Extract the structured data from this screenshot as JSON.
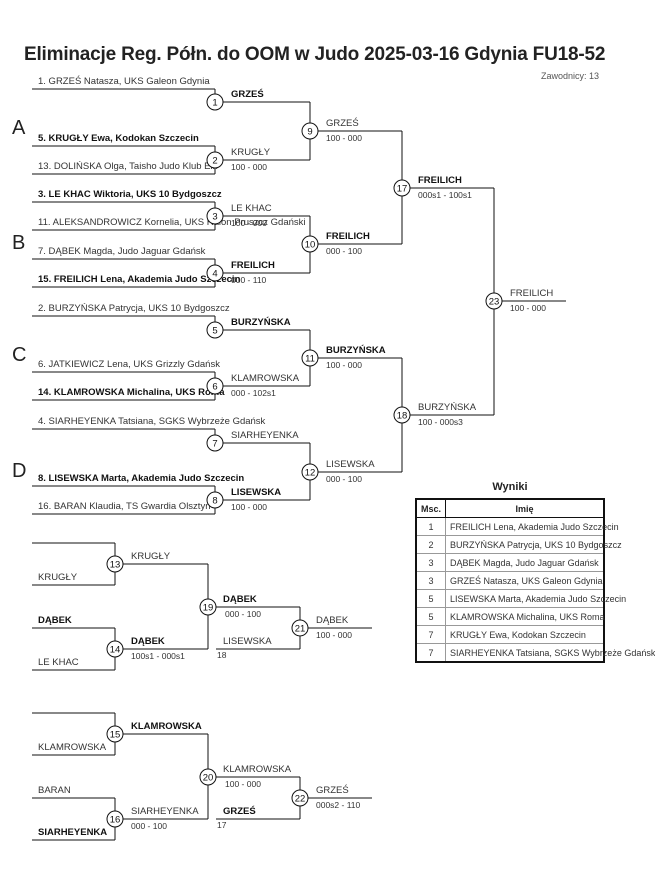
{
  "header": {
    "title": "Eliminacje Reg. Półn. do OOM w Judo  2025-03-16  Gdynia   FU18-52",
    "participants": "Zawodnicy: 13"
  },
  "pools": [
    "A",
    "B",
    "C",
    "D"
  ],
  "entrants": [
    {
      "text": "1. GRZEŚ Natasza, UKS Galeon Gdynia",
      "bold": false
    },
    {
      "text": "5. KRUGŁY Ewa, Kodokan Szczecin",
      "bold": true
    },
    {
      "text": "13. DOLIŃSKA Olga, Taisho Judo Klub Ełk",
      "bold": false
    },
    {
      "text": "3. LE KHAC Wiktoria, UKS 10 Bydgoszcz",
      "bold": true
    },
    {
      "text": "11. ALEKSANDROWICZ Kornelia, UKS Raion Pruszcz Gdański",
      "bold": false
    },
    {
      "text": "7. DĄBEK Magda, Judo Jaguar Gdańsk",
      "bold": false
    },
    {
      "text": "15. FREILICH Lena, Akademia Judo Szczecin",
      "bold": true
    },
    {
      "text": "2. BURZYŃSKA Patrycja, UKS 10 Bydgoszcz",
      "bold": false
    },
    {
      "text": "6. JATKIEWICZ Lena, UKS Grizzly Gdańsk",
      "bold": false
    },
    {
      "text": "14. KLAMROWSKA Michalina, UKS Roma",
      "bold": true
    },
    {
      "text": "4. SIARHEYENKA Tatsiana, SGKS Wybrzeże Gdańsk",
      "bold": false
    },
    {
      "text": "8. LISEWSKA Marta, Akademia Judo Szczecin",
      "bold": true
    },
    {
      "text": "16. BARAN Klaudia, TS Gwardia Olsztyn",
      "bold": false
    }
  ],
  "matches": [
    {
      "num": "1",
      "winner": "GRZEŚ",
      "score": "",
      "bold": true
    },
    {
      "num": "2",
      "winner": "KRUGŁY",
      "score": "100 - 000",
      "bold": false
    },
    {
      "num": "3",
      "winner": "LE KHAC",
      "score": "100 - 000",
      "bold": false
    },
    {
      "num": "4",
      "winner": "FREILICH",
      "score": "000 - 110",
      "bold": true
    },
    {
      "num": "5",
      "winner": "BURZYŃSKA",
      "score": "",
      "bold": true
    },
    {
      "num": "6",
      "winner": "KLAMROWSKA",
      "score": "000 - 102s1",
      "bold": false
    },
    {
      "num": "7",
      "winner": "SIARHEYENKA",
      "score": "",
      "bold": false
    },
    {
      "num": "8",
      "winner": "LISEWSKA",
      "score": "100 - 000",
      "bold": true
    },
    {
      "num": "9",
      "winner": "GRZEŚ",
      "score": "100 - 000",
      "bold": false
    },
    {
      "num": "10",
      "winner": "FREILICH",
      "score": "000 - 100",
      "bold": true
    },
    {
      "num": "11",
      "winner": "BURZYŃSKA",
      "score": "100 - 000",
      "bold": true
    },
    {
      "num": "12",
      "winner": "LISEWSKA",
      "score": "000 - 100",
      "bold": false
    },
    {
      "num": "17",
      "winner": "FREILICH",
      "score": "000s1 - 100s1",
      "bold": true
    },
    {
      "num": "18",
      "winner": "BURZYŃSKA",
      "score": "100 - 000s3",
      "bold": false
    },
    {
      "num": "23",
      "winner": "FREILICH",
      "score": "100 - 000",
      "bold": false
    }
  ],
  "repechage": [
    {
      "entrants": [
        "",
        "KRUGŁY",
        "DĄBEK",
        "LE KHAC"
      ],
      "entrants_bold": [
        false,
        false,
        true,
        false
      ],
      "m1": {
        "num": "13",
        "winner": "KRUGŁY",
        "score": "",
        "bold": false
      },
      "m2": {
        "num": "14",
        "winner": "DĄBEK",
        "score": "100s1 - 000s1",
        "bold": true
      },
      "m3": {
        "num": "19",
        "winner": "DĄBEK",
        "score": "000 - 100",
        "bold": true
      },
      "loser": "LISEWSKA",
      "loser_num": "18",
      "m4": {
        "num": "21",
        "winner": "DĄBEK",
        "score": "100 - 000",
        "bold": false
      }
    },
    {
      "entrants": [
        "",
        "KLAMROWSKA",
        "BARAN",
        "SIARHEYENKA"
      ],
      "entrants_bold": [
        false,
        false,
        false,
        true
      ],
      "m1": {
        "num": "15",
        "winner": "KLAMROWSKA",
        "score": "",
        "bold": true
      },
      "m2": {
        "num": "16",
        "winner": "SIARHEYENKA",
        "score": "000 - 100",
        "bold": false
      },
      "m3": {
        "num": "20",
        "winner": "KLAMROWSKA",
        "score": "100 - 000",
        "bold": false
      },
      "loser": "GRZEŚ",
      "loser_num": "17",
      "m4": {
        "num": "22",
        "winner": "GRZEŚ",
        "score": "000s2 - 110",
        "bold": false
      }
    }
  ],
  "results": {
    "title": "Wyniki",
    "col_place": "Msc.",
    "col_name": "Imię",
    "rows": [
      {
        "place": "1",
        "name": "FREILICH Lena, Akademia Judo Szczecin"
      },
      {
        "place": "2",
        "name": "BURZYŃSKA Patrycja, UKS 10 Bydgoszcz"
      },
      {
        "place": "3",
        "name": "DĄBEK Magda, Judo Jaguar Gdańsk"
      },
      {
        "place": "3",
        "name": "GRZEŚ Natasza, UKS Galeon Gdynia"
      },
      {
        "place": "5",
        "name": "LISEWSKA Marta, Akademia Judo Szczecin"
      },
      {
        "place": "5",
        "name": "KLAMROWSKA Michalina, UKS Roma"
      },
      {
        "place": "7",
        "name": "KRUGŁY Ewa, Kodokan Szczecin"
      },
      {
        "place": "7",
        "name": "SIARHEYENKA Tatsiana, SGKS Wybrzeże Gdańsk"
      }
    ]
  }
}
